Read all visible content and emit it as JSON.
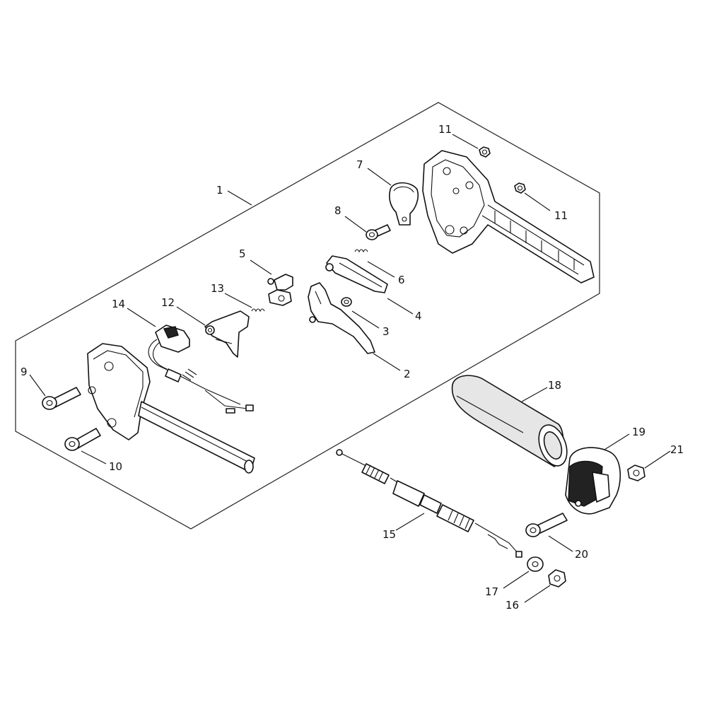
{
  "diagram": {
    "callouts": [
      {
        "id": "1",
        "label": "1"
      },
      {
        "id": "2",
        "label": "2"
      },
      {
        "id": "3",
        "label": "3"
      },
      {
        "id": "4",
        "label": "4"
      },
      {
        "id": "5",
        "label": "5"
      },
      {
        "id": "6",
        "label": "6"
      },
      {
        "id": "7",
        "label": "7"
      },
      {
        "id": "8",
        "label": "8"
      },
      {
        "id": "9",
        "label": "9"
      },
      {
        "id": "10",
        "label": "10"
      },
      {
        "id": "11a",
        "label": "11"
      },
      {
        "id": "11b",
        "label": "11"
      },
      {
        "id": "12",
        "label": "12"
      },
      {
        "id": "13",
        "label": "13"
      },
      {
        "id": "14",
        "label": "14"
      },
      {
        "id": "15",
        "label": "15"
      },
      {
        "id": "16",
        "label": "16"
      },
      {
        "id": "17",
        "label": "17"
      },
      {
        "id": "18",
        "label": "18"
      },
      {
        "id": "19",
        "label": "19"
      },
      {
        "id": "20",
        "label": "20"
      },
      {
        "id": "21",
        "label": "21"
      }
    ]
  }
}
